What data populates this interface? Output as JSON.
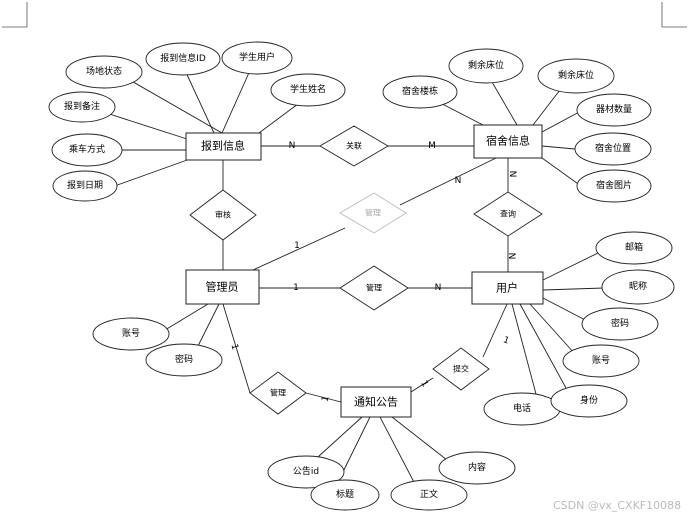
{
  "entities": {
    "bdxx": "报到信息",
    "ssxx": "宿舍信息",
    "gly": "管理员",
    "yh": "用户",
    "tzgg": "通知公告"
  },
  "attributes": {
    "ctzt": "场地状态",
    "bdxxid": "报到信息ID",
    "xsyh": "学生用户",
    "xsxm": "学生姓名",
    "bdbz": "报到备注",
    "ccfs": "乘车方式",
    "bdrq": "报到日期",
    "sylw1": "剩余床位",
    "sylw2": "剩余床位",
    "ssld": "宿舍楼栋",
    "qcsl": "器材数量",
    "sswz": "宿舍位置",
    "sstp": "宿舍图片",
    "yx": "邮箱",
    "nc": "昵称",
    "yhmm": "密码",
    "yhzh": "账号",
    "dh": "电话",
    "sf": "身份",
    "glzh": "账号",
    "glmm": "密码",
    "ggid": "公告id",
    "bt": "标题",
    "zw": "正文",
    "nr": "内容"
  },
  "relations": {
    "gl_bd": "关联",
    "sh": "审核",
    "gl_sd": "管理",
    "cx": "查询",
    "gl_yh": "管理",
    "gl_gg": "管理",
    "tj": "提交"
  },
  "cardinalities": {
    "c_bd_n": "N",
    "c_ss_m": "M",
    "c_gly_1": "1",
    "c_ss_n": "N",
    "c_gly_1b": "1",
    "c_yh_n": "N",
    "c_ss_n2": "N",
    "c_yh_n2": "N",
    "c_gly_1c": "1",
    "c_gg_1": "1",
    "c_gg_1b": "1",
    "c_yh_1": "1"
  },
  "watermark": "CSDN @vx_CXKF10088"
}
